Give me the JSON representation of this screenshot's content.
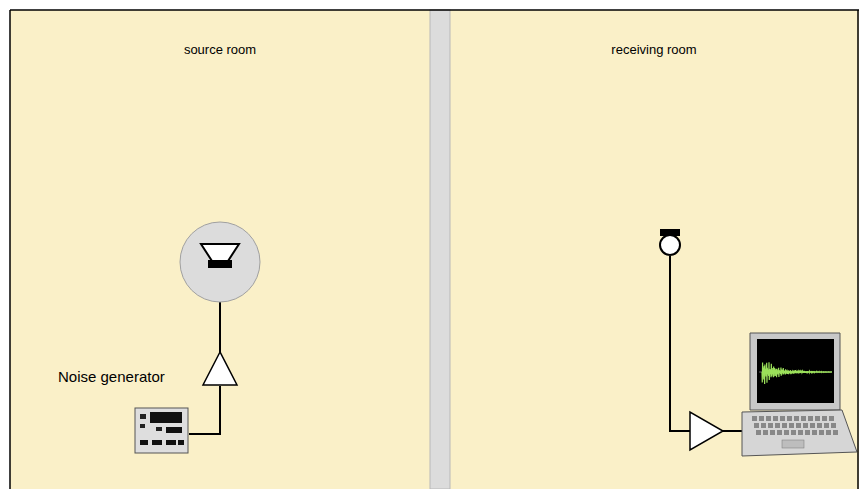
{
  "diagram": {
    "nodes": [
      {
        "text": [
          "source room"
        ]
      },
      {
        "text": [
          "receiving room"
        ]
      }
    ],
    "edges": [],
    "labels": [
      "Noise generator"
    ]
  }
}
